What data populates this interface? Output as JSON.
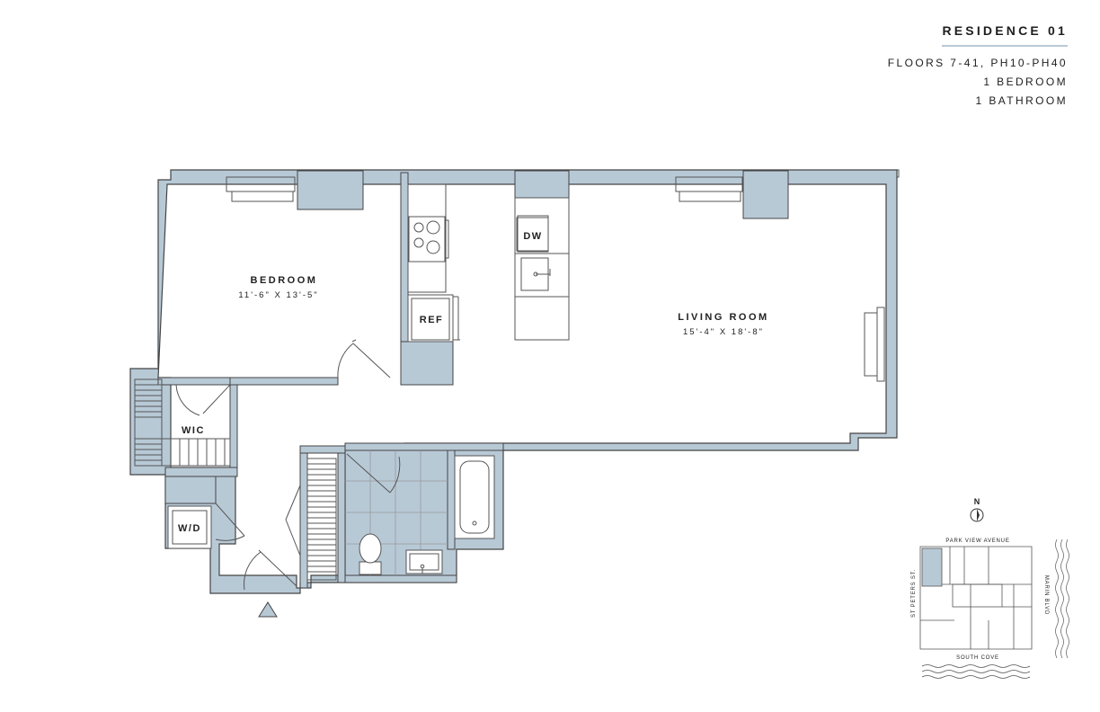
{
  "residence": {
    "title": "RESIDENCE 01",
    "floors": "FLOORS 7-41, PH10-PH40",
    "bedrooms": "1 BEDROOM",
    "bathrooms": "1 BATHROOM"
  },
  "rooms": {
    "bedroom": {
      "name": "BEDROOM",
      "dims": "11'-6\" X 13'-5\""
    },
    "living": {
      "name": "LIVING ROOM",
      "dims": "15'-4\" X 18'-8\""
    },
    "wic": "WIC",
    "wd": "W/D",
    "ref": "REF",
    "dw": "DW"
  },
  "site_map": {
    "north": "N",
    "north_street": "PARK VIEW AVENUE",
    "west_street": "ST PETERS ST.",
    "east_street": "MARIN BLVD",
    "south_label": "SOUTH COVE"
  },
  "colors": {
    "wall": "#b8c9d6",
    "wall_outline": "#444444",
    "line": "#555555"
  }
}
